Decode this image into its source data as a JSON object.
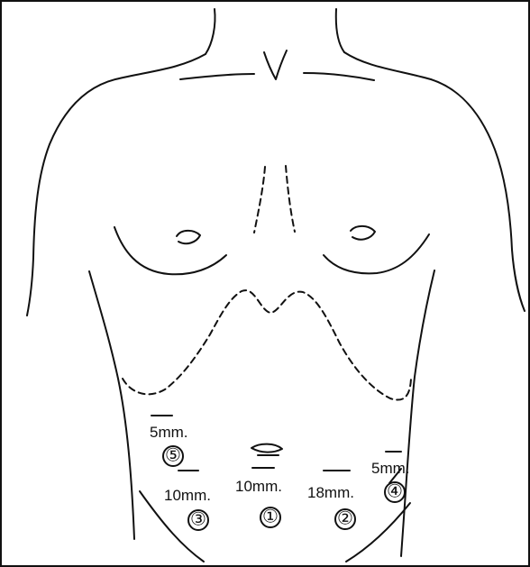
{
  "diagram": {
    "ports": [
      {
        "number": "①",
        "size": "10mm."
      },
      {
        "number": "②",
        "size": "18mm."
      },
      {
        "number": "③",
        "size": "10mm."
      },
      {
        "number": "④",
        "size": "5mm."
      },
      {
        "number": "⑤",
        "size": "5mm."
      }
    ]
  }
}
